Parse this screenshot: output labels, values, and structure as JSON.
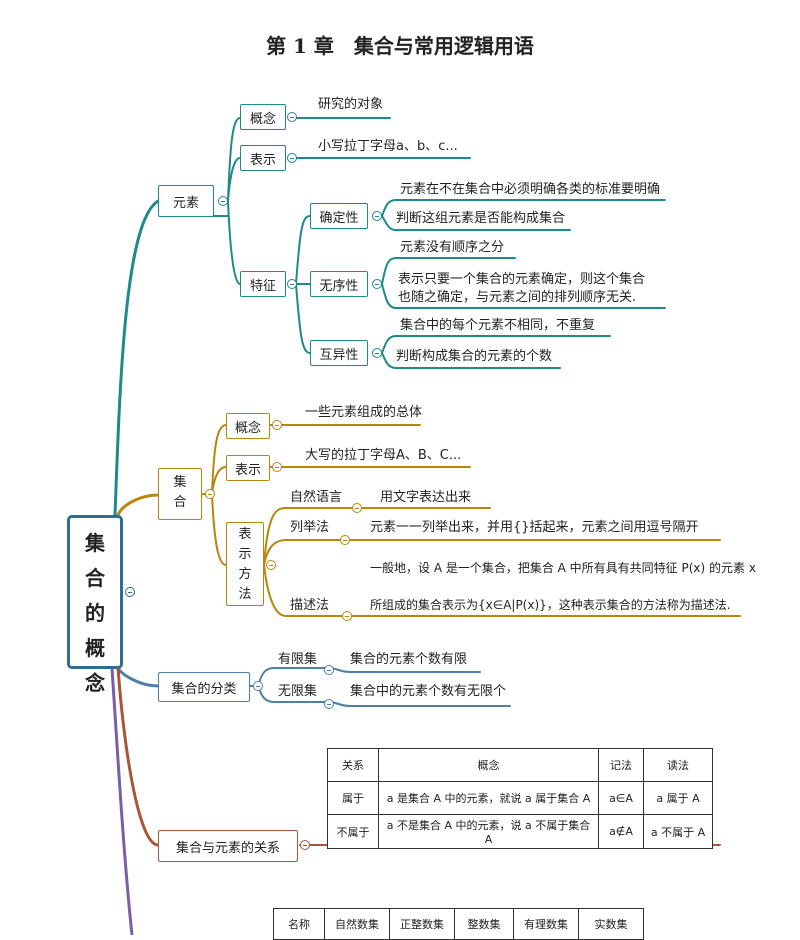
{
  "title": "第 1 章　集合与常用逻辑用语",
  "root": [
    "集",
    "合",
    "的",
    "概",
    "念"
  ],
  "element": {
    "label": "元素",
    "concept": {
      "label": "概念",
      "text": "研究的对象"
    },
    "notation": {
      "label": "表示",
      "text": "小写拉丁字母a、b、c..."
    },
    "features": {
      "label": "特征",
      "determinate": {
        "label": "确定性",
        "lines": [
          "元素在不在集合中必须明确各类的标准要明确",
          "判断这组元素是否能构成集合"
        ]
      },
      "unordered": {
        "label": "无序性",
        "lines": [
          "元素没有顺序之分",
          "表示只要一个集合的元素确定，则这个集合",
          "也随之确定，与元素之间的排列顺序无关."
        ]
      },
      "distinct": {
        "label": "互异性",
        "lines": [
          "集合中的每个元素不相同，不重复",
          "判断构成集合的元素的个数"
        ]
      }
    }
  },
  "set": {
    "label": [
      "集",
      "合"
    ],
    "concept": {
      "label": "概念",
      "text": "一些元素组成的总体"
    },
    "notation": {
      "label": "表示",
      "text": "大写的拉丁字母A、B、C..."
    },
    "methods": {
      "label": [
        "表",
        "示",
        "方",
        "法"
      ],
      "natural": {
        "label": "自然语言",
        "text": "用文字表达出来"
      },
      "listing": {
        "label": "列举法",
        "text": "元素一一列举出来，并用{}括起来，元素之间用逗号隔开"
      },
      "description": {
        "label": "描述法",
        "lines": [
          "一般地，设 A 是一个集合，把集合 A 中所有具有共同特征 P(x) 的元素 x",
          "所组成的集合表示为{x∈A|P(x)}，这种表示集合的方法称为描述法."
        ]
      }
    }
  },
  "classification": {
    "label": "集合的分类",
    "finite": {
      "label": "有限集",
      "text": "集合的元素个数有限"
    },
    "infinite": {
      "label": "无限集",
      "text": "集合中的元素个数有无限个"
    }
  },
  "relation": {
    "label": "集合与元素的关系",
    "headers": [
      "关系",
      "概念",
      "记法",
      "读法"
    ],
    "rows": [
      [
        "属于",
        "a 是集合 A 中的元素，就说 a 属于集合 A",
        "a∈A",
        "a 属于 A"
      ],
      [
        "不属于",
        "a 不是集合 A 中的元素，说 a 不属于集合 A",
        "a∉A",
        "a 不属于 A"
      ]
    ]
  },
  "number_sets": {
    "headers": [
      "名称",
      "自然数集",
      "正整数集",
      "整数集",
      "有理数集",
      "实数集"
    ]
  },
  "colors": {
    "root_border": "#2f6e8c",
    "teal": "#1e8a8a",
    "gold": "#b8860b",
    "slate": "#4f7fa5",
    "rust": "#a8553a",
    "purple": "#7a5fa8"
  }
}
